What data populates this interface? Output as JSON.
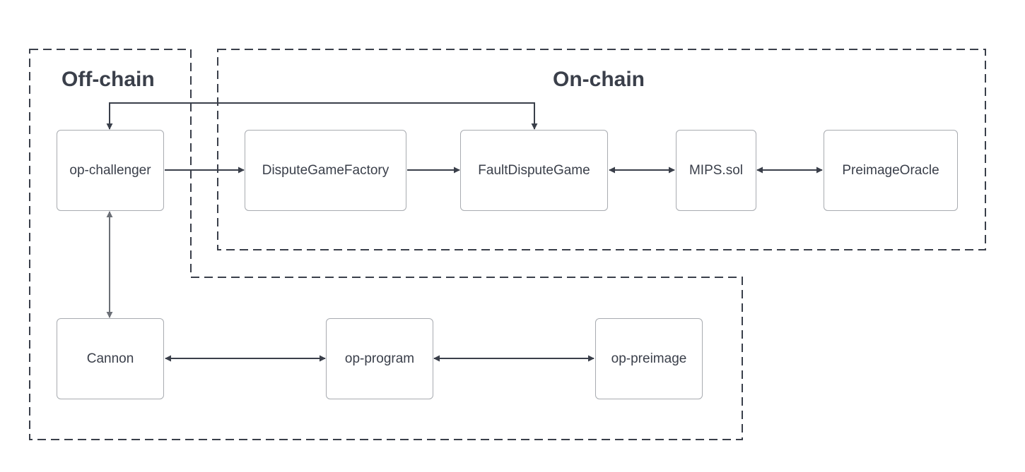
{
  "zones": {
    "off_chain": "Off-chain",
    "on_chain": "On-chain"
  },
  "nodes": {
    "op_challenger": "op-challenger",
    "dispute_game_factory": "DisputeGameFactory",
    "fault_dispute_game": "FaultDisputeGame",
    "mips_sol": "MIPS.sol",
    "preimage_oracle": "PreimageOracle",
    "cannon": "Cannon",
    "op_program": "op-program",
    "op_preimage": "op-preimage"
  },
  "colors": {
    "line": "#3a3f4a",
    "node_border": "#a8abb0",
    "text": "#3a3f4a",
    "background": "#ffffff"
  }
}
